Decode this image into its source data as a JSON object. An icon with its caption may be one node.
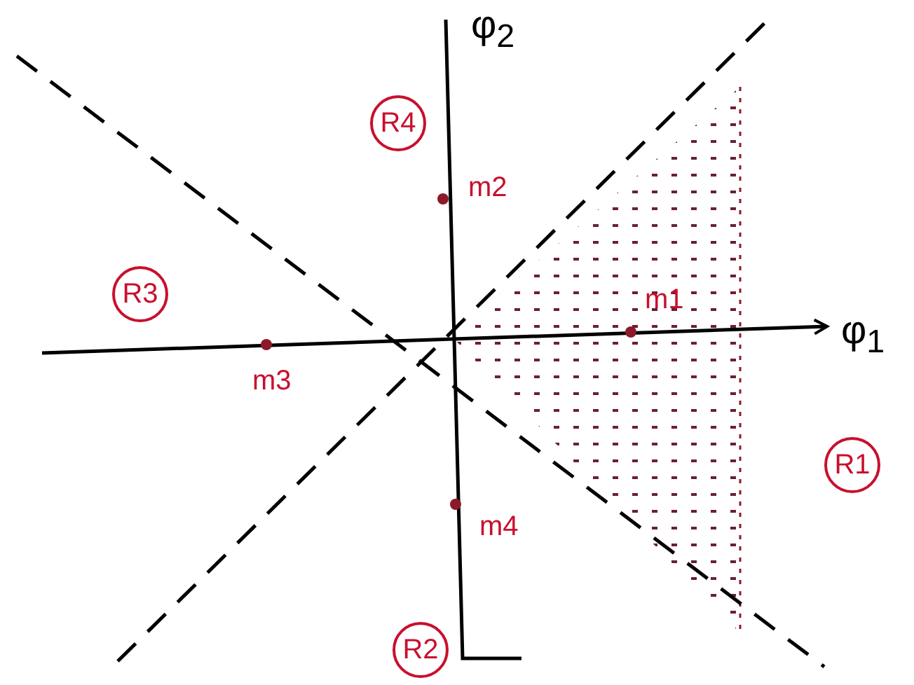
{
  "diagram": {
    "nodes": [
      {
        "text": [
          "R4"
        ]
      },
      {
        "text": [
          "R3"
        ]
      },
      {
        "text": [
          "R1"
        ]
      },
      {
        "text": [
          "R2"
        ]
      }
    ],
    "labels": [
      "φ$_{2}$",
      "m2",
      "m1",
      "φ$_{1}$",
      "m3",
      "m4"
    ]
  }
}
